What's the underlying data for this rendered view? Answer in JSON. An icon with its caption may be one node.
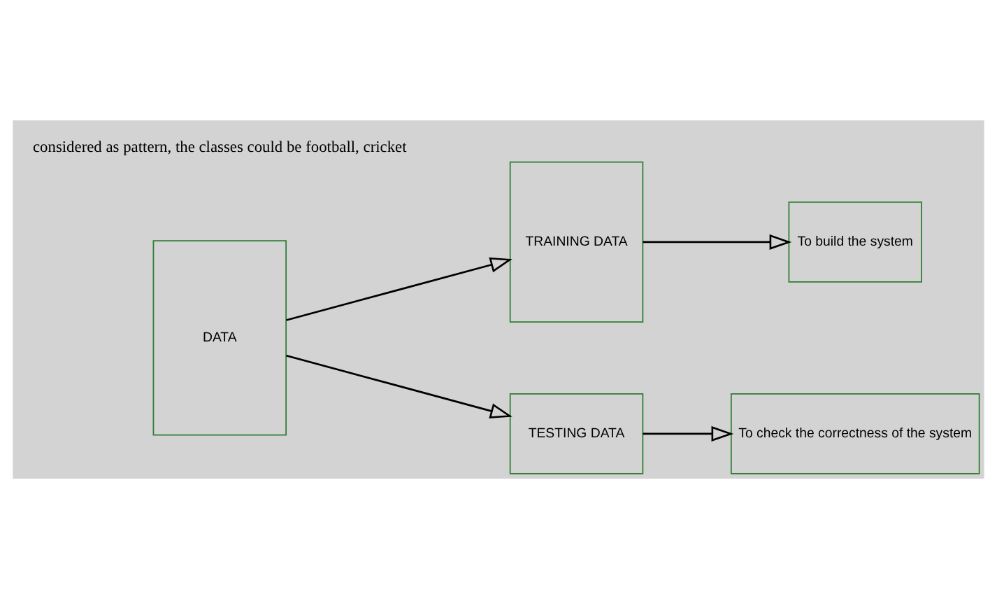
{
  "diagram": {
    "nodes": [
      {
        "text": [
          "DATA"
        ]
      },
      {
        "text": [
          "TRAINING DATA"
        ]
      },
      {
        "text": [
          "TESTING DATA"
        ]
      },
      {
        "text": [
          "To build the system"
        ]
      },
      {
        "text": [
          "To check the correctness of the system"
        ]
      }
    ],
    "edges": [
      {
        "from": 0,
        "to": 1,
        "arrow": "to"
      },
      {
        "from": 0,
        "to": 2,
        "arrow": "to"
      },
      {
        "from": 1,
        "to": 3,
        "arrow": "to"
      },
      {
        "from": 2,
        "to": 4,
        "arrow": "to"
      }
    ],
    "labels": [
      "considered as pattern, the classes could be football, cricket"
    ]
  }
}
